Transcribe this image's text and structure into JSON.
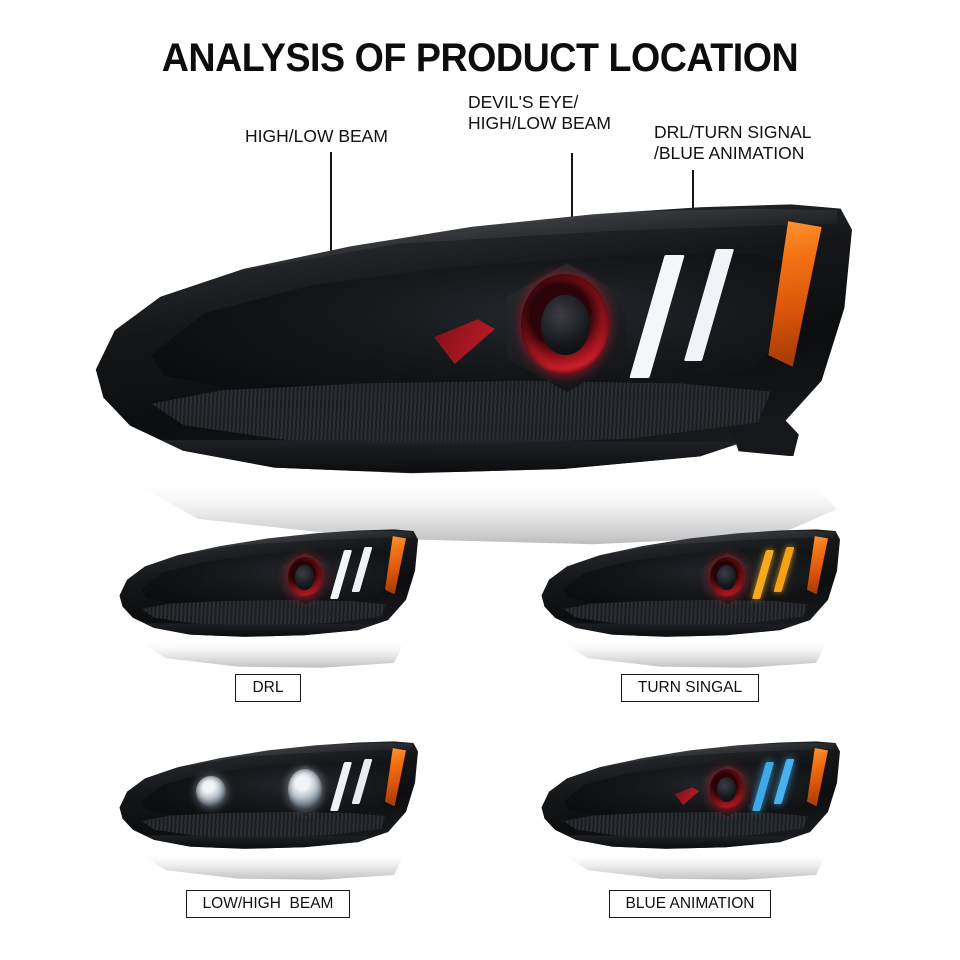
{
  "title": "ANALYSIS OF PRODUCT LOCATION",
  "callouts": [
    {
      "id": "high-low-beam",
      "text": "HIGH/LOW BEAM"
    },
    {
      "id": "devils-eye-line1",
      "text": "DEVIL'S EYE/"
    },
    {
      "id": "devils-eye-line2",
      "text": "HIGH/LOW BEAM"
    },
    {
      "id": "drl-turn-line1",
      "text": "DRL/TURN SIGNAL"
    },
    {
      "id": "drl-turn-line2",
      "text": "/BLUE ANIMATION"
    }
  ],
  "variants": [
    {
      "id": "drl",
      "caption": "DRL",
      "led_color": "#f4f7fa",
      "eye": "red"
    },
    {
      "id": "turn-signal",
      "caption": "TURN SINGAL",
      "led_color": "#f6a91c",
      "eye": "red"
    },
    {
      "id": "low-high-beam",
      "caption": "LOW/HIGH  BEAM",
      "led_color": "#eef2f6",
      "eye": "clear"
    },
    {
      "id": "blue-animation",
      "caption": "BLUE ANIMATION",
      "led_color": "#3fa9e8",
      "eye": "red"
    }
  ],
  "colors": {
    "background": "#ffffff",
    "text": "#111111",
    "housing": "#0c0d0f",
    "led_white": "#f4f7fa",
    "devil_eye_red": "#d2202c",
    "turn_amber": "#f47514",
    "blue_animation": "#3fa9e8"
  }
}
